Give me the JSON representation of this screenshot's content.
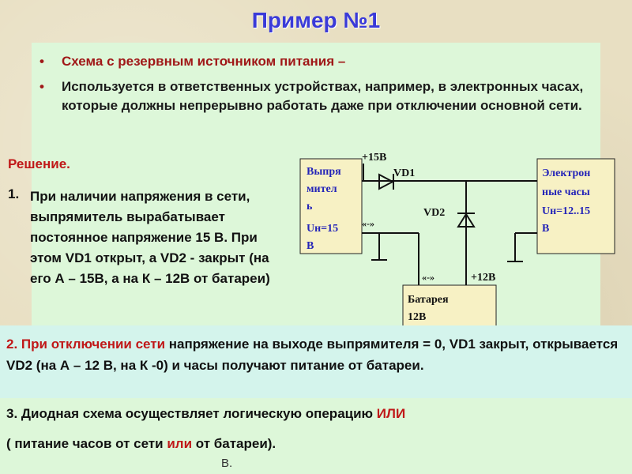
{
  "slide": {
    "title": "Пример №1",
    "bullets": [
      "Схема с резервным источником питания –",
      "Используется в ответственных устройствах, например, в электронных часах, которые должны непрерывно работать даже при отключении основной  сети."
    ],
    "solution_label": "Решение.",
    "step1_num": "1.",
    "step1_text": "При наличии напряжения в сети, выпрямитель вырабатывает постоянное напряжение 15 В. При этом VD1 открыт, а VD2  - закрыт (на его А – 15В, а на К – 12В от батареи)",
    "step2_num": "2.",
    "step2_red": "При отключении сети",
    "step2_rest": " напряжение на выходе выпрямителя = 0, VD1  закрыт, открывается VD2 (на А – 12 В, на К -0) и часы получают питание от батареи.",
    "step3_text": "3. Диодная схема осуществляет логическую операцию ",
    "step3_red": "ИЛИ",
    "step4_open": "( питание часов от сети ",
    "step4_red": "или",
    "step4_close": " от батареи).",
    "stray_text": "В."
  },
  "diagram": {
    "rectifier_lines": [
      "Выпря",
      "мител",
      "ь",
      "Uн=15",
      "В"
    ],
    "clock_lines": [
      "Электрон",
      "ные часы",
      "Uн=12..15",
      "В"
    ],
    "battery_lines": [
      "Батарея",
      "12В"
    ],
    "plus15": "+15В",
    "plus12": "+12В",
    "vd1": "VD1",
    "vd2": "VD2",
    "minus_rect": "«-»",
    "minus_batt": "«-»"
  }
}
